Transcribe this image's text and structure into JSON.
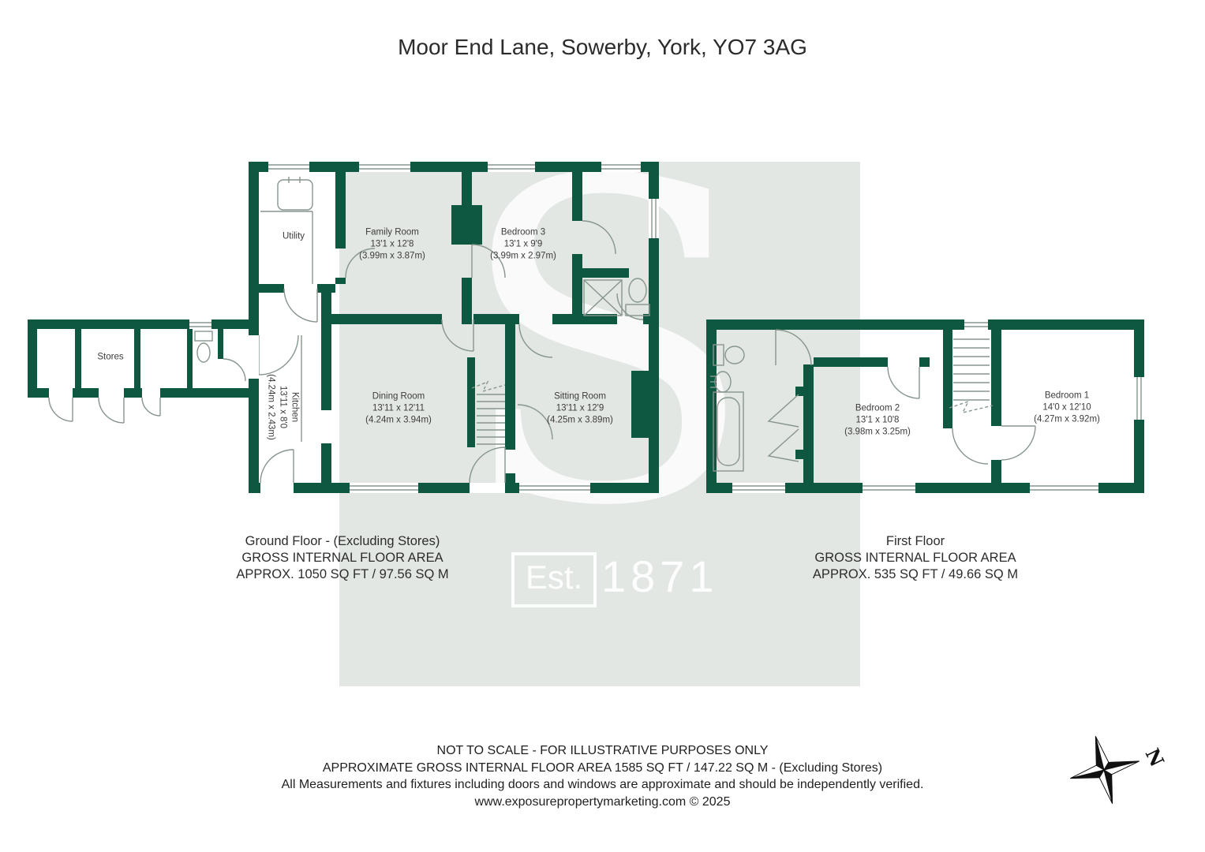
{
  "title": "Moor End Lane, Sowerby, York, YO7 3AG",
  "watermark": {
    "letter": "S",
    "est": "Est.",
    "year": "1871"
  },
  "colors": {
    "wall": "#0e5740",
    "line": "#87968d",
    "wmbg": "#e2e7e3",
    "ink": "#303030"
  },
  "rooms": {
    "utility": {
      "name": "Utility"
    },
    "family": {
      "name": "Family Room",
      "imperial": "13'1 x 12'8",
      "metric": "(3.99m x 3.87m)"
    },
    "bedroom3": {
      "name": "Bedroom 3",
      "imperial": "13'1 x 9'9",
      "metric": "(3.99m x 2.97m)"
    },
    "stores": {
      "name": "Stores"
    },
    "kitchen": {
      "name": "Kitchen",
      "imperial": "13'11 x 8'0",
      "metric": "(4.24m x 2.43m)"
    },
    "dining": {
      "name": "Dining Room",
      "imperial": "13'11 x 12'11",
      "metric": "(4.24m x 3.94m)"
    },
    "sitting": {
      "name": "Sitting Room",
      "imperial": "13'11 x 12'9",
      "metric": "(4.25m x 3.89m)"
    },
    "bedroom2": {
      "name": "Bedroom 2",
      "imperial": "13'1 x 10'8",
      "metric": "(3.98m x 3.25m)"
    },
    "bedroom1": {
      "name": "Bedroom 1",
      "imperial": "14'0 x 12'10",
      "metric": "(4.27m x 3.92m)"
    }
  },
  "captions": {
    "ground": {
      "line1": "Ground Floor - (Excluding Stores)",
      "line2": "GROSS INTERNAL FLOOR AREA",
      "line3": "APPROX. 1050 SQ FT / 97.56 SQ M"
    },
    "first": {
      "line1": "First Floor",
      "line2": "GROSS INTERNAL FLOOR AREA",
      "line3": "APPROX. 535 SQ FT / 49.66 SQ M"
    }
  },
  "footer": {
    "line1": "NOT TO SCALE - FOR ILLUSTRATIVE PURPOSES ONLY",
    "line2": "APPROXIMATE GROSS INTERNAL FLOOR AREA 1585 SQ FT / 147.22 SQ M - (Excluding Stores)",
    "line3": "All Measurements and fixtures including doors and windows are approximate and should be independently verified.",
    "line4": "www.exposurepropertymarketing.com © 2025"
  },
  "compass": {
    "label": "N"
  }
}
